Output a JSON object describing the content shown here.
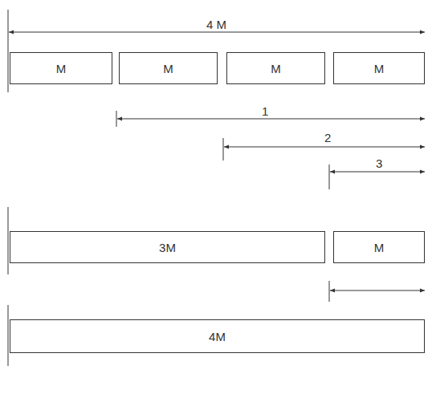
{
  "diagram": {
    "nodes": [
      {
        "text": [
          "M"
        ]
      },
      {
        "text": [
          "M"
        ]
      },
      {
        "text": [
          "M"
        ]
      },
      {
        "text": [
          "M"
        ]
      },
      {
        "text": [
          "3M"
        ]
      },
      {
        "text": [
          "M"
        ]
      },
      {
        "text": [
          "4M"
        ]
      }
    ],
    "labels": [
      "4 M",
      "1",
      "2",
      "3"
    ]
  }
}
